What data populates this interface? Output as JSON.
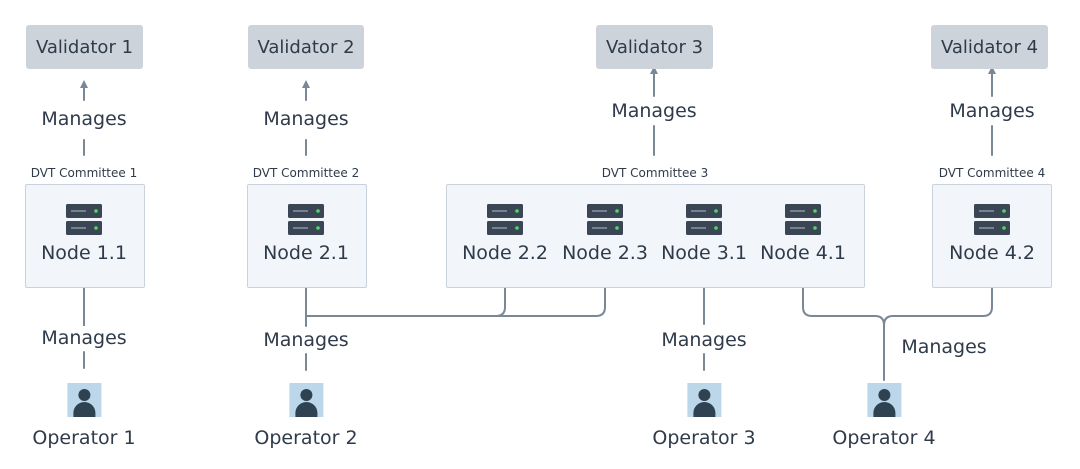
{
  "validators": [
    {
      "label": "Validator 1"
    },
    {
      "label": "Validator 2"
    },
    {
      "label": "Validator 3"
    },
    {
      "label": "Validator 4"
    }
  ],
  "committees": [
    {
      "label": "DVT Committee 1"
    },
    {
      "label": "DVT Committee 2"
    },
    {
      "label": "DVT Committee 3"
    },
    {
      "label": "DVT Committee 4"
    }
  ],
  "nodes": [
    {
      "label": "Node 1.1"
    },
    {
      "label": "Node 2.1"
    },
    {
      "label": "Node 2.2"
    },
    {
      "label": "Node 2.3"
    },
    {
      "label": "Node 3.1"
    },
    {
      "label": "Node 4.1"
    },
    {
      "label": "Node 4.2"
    }
  ],
  "operators": [
    {
      "label": "Operator 1"
    },
    {
      "label": "Operator 2"
    },
    {
      "label": "Operator 3"
    },
    {
      "label": "Operator 4"
    }
  ],
  "relation_label": "Manages",
  "colors": {
    "validator_fill": "#cdd3da",
    "committee_fill": "#f2f5f9",
    "committee_border": "#c9d1da",
    "connector": "#7a8896",
    "text": "#2f3b4a",
    "avatar_bg": "#bcd6ea",
    "avatar_fg": "#2f4252",
    "server_body": "#3a4654",
    "server_led": "#4cd964"
  },
  "icons": {
    "node": "server-icon",
    "operator": "user-avatar-icon"
  }
}
